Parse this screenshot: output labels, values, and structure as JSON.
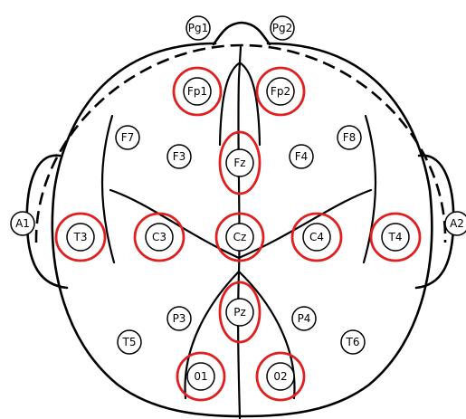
{
  "colors": {
    "highlight": "#e02020",
    "line": "#000000",
    "background": "#ffffff"
  },
  "electrodes": [
    {
      "id": "pg1",
      "label": "Pg1",
      "highlighted": false
    },
    {
      "id": "pg2",
      "label": "Pg2",
      "highlighted": false
    },
    {
      "id": "fp1",
      "label": "Fp1",
      "highlighted": true
    },
    {
      "id": "fp2",
      "label": "Fp2",
      "highlighted": true
    },
    {
      "id": "f7",
      "label": "F7",
      "highlighted": false
    },
    {
      "id": "f8",
      "label": "F8",
      "highlighted": false
    },
    {
      "id": "f3",
      "label": "F3",
      "highlighted": false
    },
    {
      "id": "fz",
      "label": "Fz",
      "highlighted": true
    },
    {
      "id": "f4",
      "label": "F4",
      "highlighted": false
    },
    {
      "id": "a1",
      "label": "A1",
      "highlighted": false
    },
    {
      "id": "a2",
      "label": "A2",
      "highlighted": false
    },
    {
      "id": "t3",
      "label": "T3",
      "highlighted": true
    },
    {
      "id": "c3",
      "label": "C3",
      "highlighted": true
    },
    {
      "id": "cz",
      "label": "Cz",
      "highlighted": true
    },
    {
      "id": "c4",
      "label": "C4",
      "highlighted": true
    },
    {
      "id": "t4",
      "label": "T4",
      "highlighted": true
    },
    {
      "id": "p3",
      "label": "P3",
      "highlighted": false
    },
    {
      "id": "pz",
      "label": "Pz",
      "highlighted": true
    },
    {
      "id": "p4",
      "label": "P4",
      "highlighted": false
    },
    {
      "id": "t5",
      "label": "T5",
      "highlighted": false
    },
    {
      "id": "t6",
      "label": "T6",
      "highlighted": false
    },
    {
      "id": "o1",
      "label": "01",
      "highlighted": true
    },
    {
      "id": "o2",
      "label": "02",
      "highlighted": true
    }
  ]
}
